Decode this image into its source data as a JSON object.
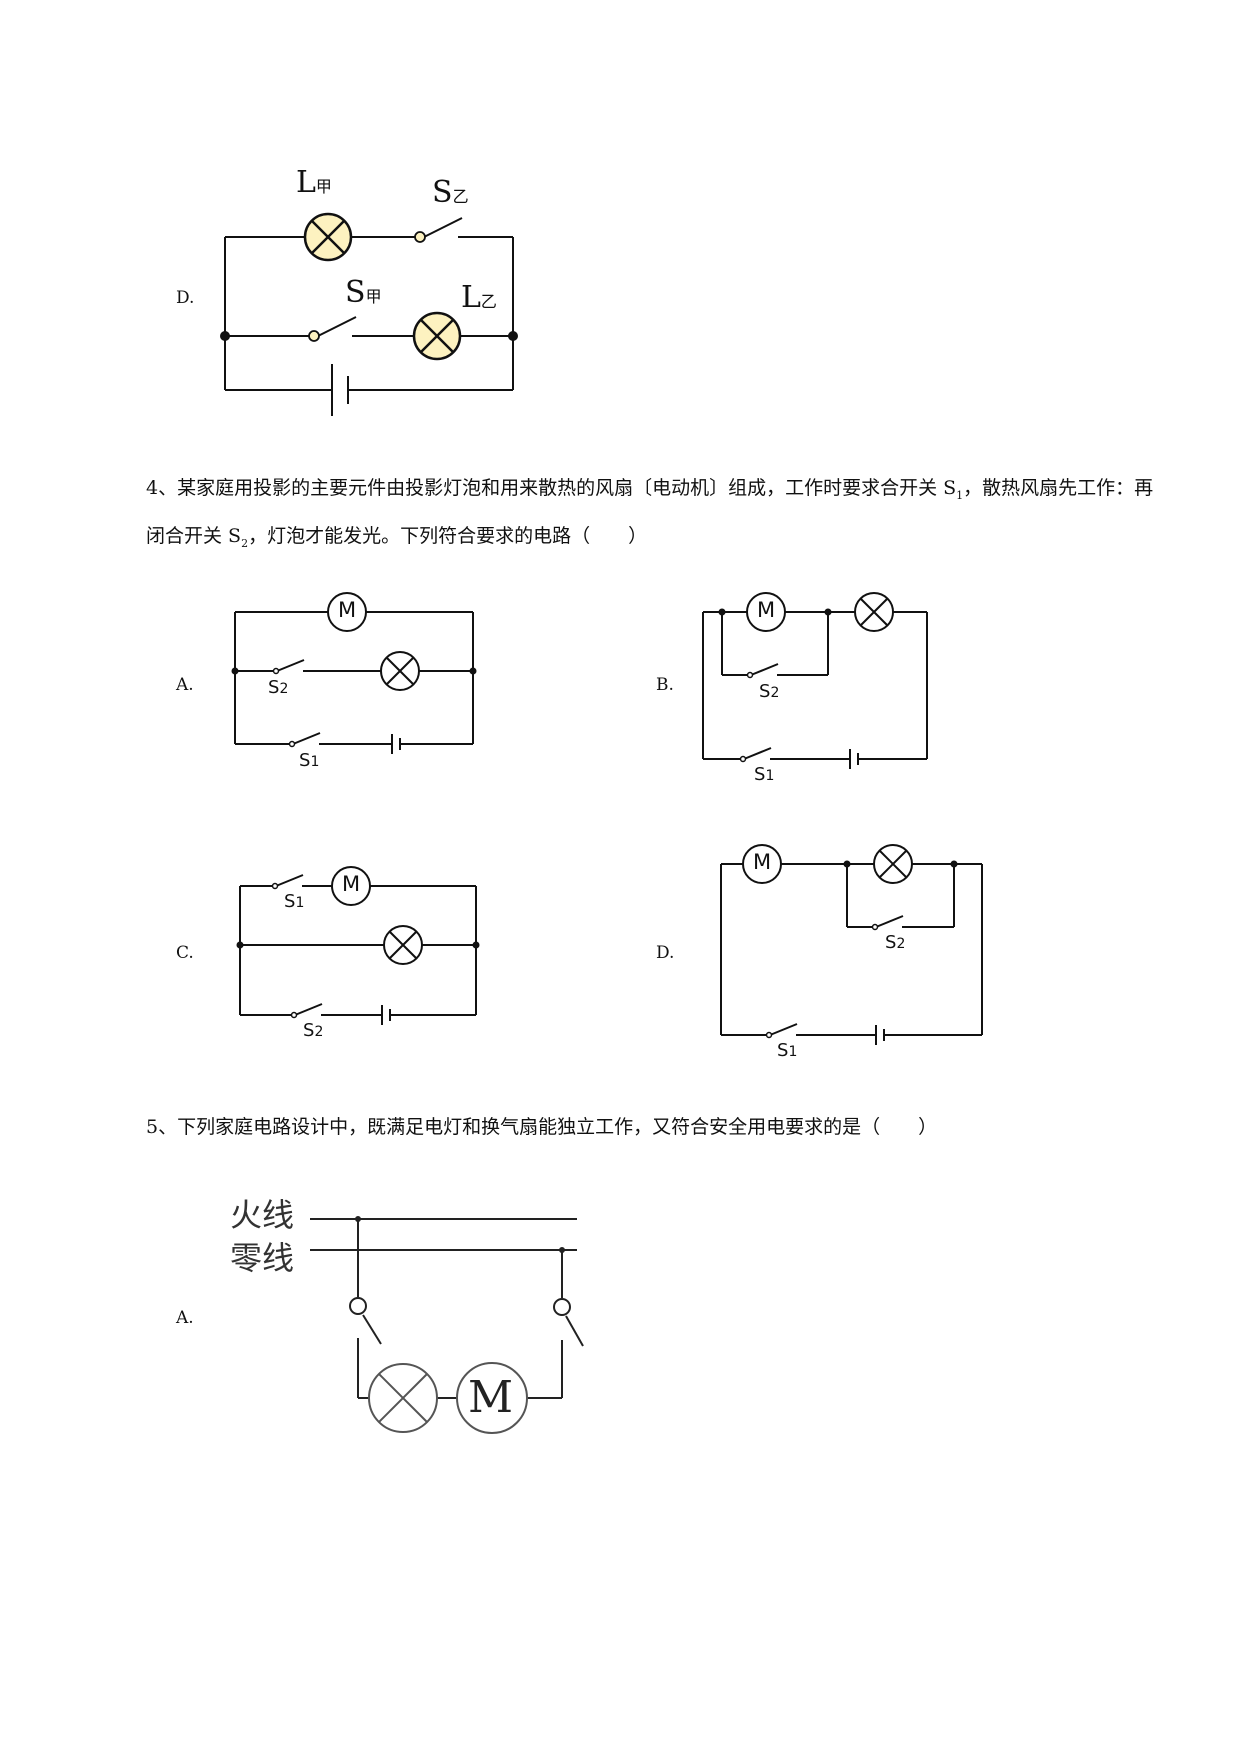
{
  "q3_option_d": {
    "letter": "D.",
    "lamp_jia_label": "L",
    "lamp_jia_sub": "甲",
    "switch_yi_label": "S",
    "switch_yi_sub": "乙",
    "switch_jia_label": "S",
    "switch_jia_sub": "甲",
    "lamp_yi_label": "L",
    "lamp_yi_sub": "乙"
  },
  "question4": {
    "text_part1": "4、某家庭用投影的主要元件由投影灯泡和用来散热的风扇〔电动机〕组成，工作时要求合开关 S",
    "s1_sub": "1",
    "text_part2": "，散热风扇先工作：再闭合开关 S",
    "s2_sub": "2",
    "text_part3": "，灯泡才能发光。下列符合要求的电路（　　）",
    "motor_symbol": "M",
    "options": [
      {
        "letter": "A.",
        "s1": "S",
        "s1_sub": "1",
        "s2": "S",
        "s2_sub": "2"
      },
      {
        "letter": "B.",
        "s1": "S",
        "s1_sub": "1",
        "s2": "S",
        "s2_sub": "2"
      },
      {
        "letter": "C.",
        "s1": "S",
        "s1_sub": "1",
        "s2": "S",
        "s2_sub": "2"
      },
      {
        "letter": "D.",
        "s1": "S",
        "s1_sub": "1",
        "s2": "S",
        "s2_sub": "2"
      }
    ]
  },
  "question5": {
    "text": "5、下列家庭电路设计中，既满足电灯和换气扇能独立工作，又符合安全用电要求的是（　　）",
    "option_a": {
      "letter": "A.",
      "live_wire": "火线",
      "neutral_wire": "零线",
      "motor_symbol": "M"
    }
  },
  "colors": {
    "lamp_fill": "#fdf2c0",
    "line": "#111111"
  }
}
